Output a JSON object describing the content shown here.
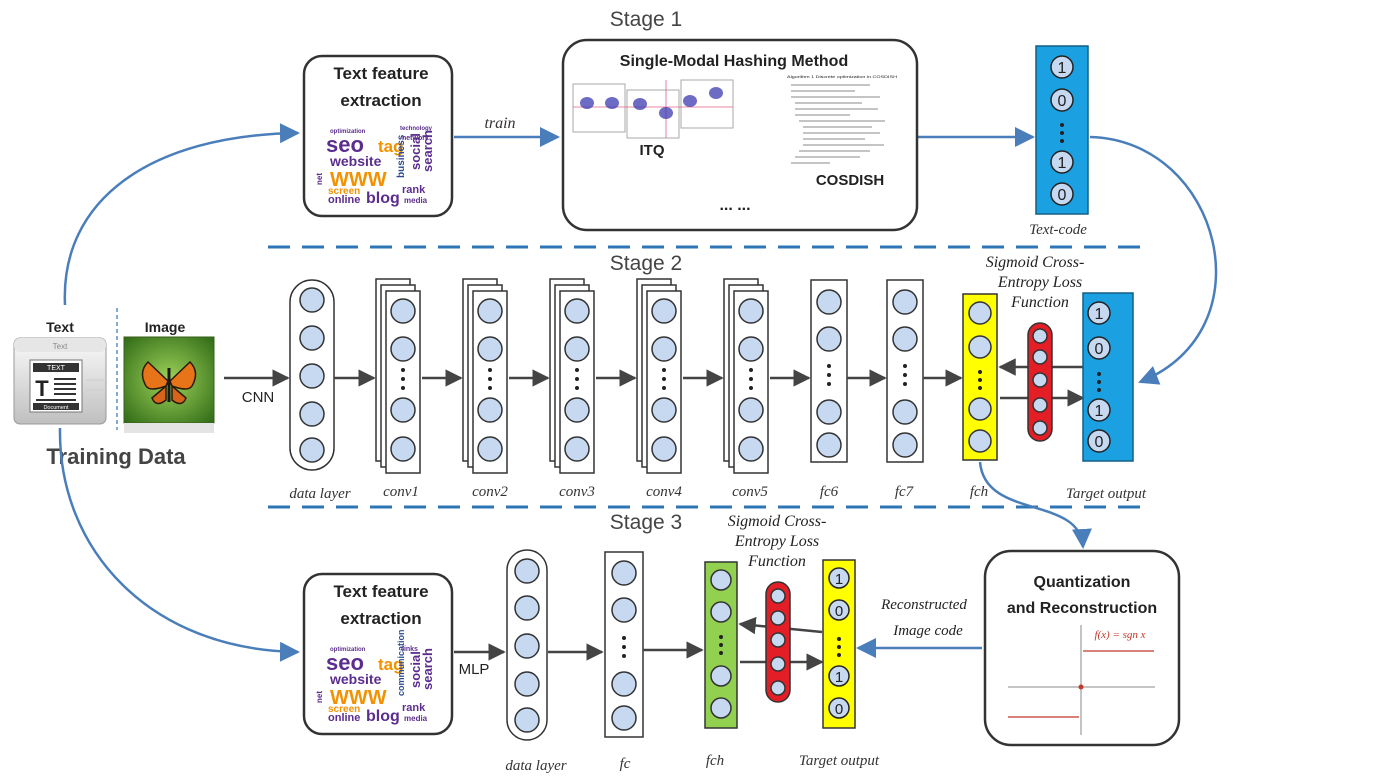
{
  "stages": {
    "stage1": "Stage 1",
    "stage2": "Stage 2",
    "stage3": "Stage 3"
  },
  "training": {
    "text_label": "Text",
    "image_label": "Image",
    "caption": "Training Data",
    "doc_header": "Text",
    "doc_badge": "TEXT",
    "doc_footer": "Document"
  },
  "text_feature": {
    "title_line1": "Text feature",
    "title_line2": "extraction",
    "words": [
      "seo",
      "tag",
      "website",
      "WWW",
      "blog",
      "social",
      "search",
      "business",
      "online",
      "screen",
      "rank",
      "media",
      "optimization",
      "technology",
      "communication",
      "network",
      "net",
      "links"
    ]
  },
  "stage1": {
    "train_label": "train",
    "hash_title": "Single-Modal Hashing Method",
    "itq": "ITQ",
    "cosdish": "COSDISH",
    "more": "... ...",
    "algo_title": "Algorithm 1 Discrete optimization in COSDISH",
    "text_code_label": "Text-code",
    "text_code_bits": [
      "1",
      "0",
      "1",
      "0"
    ]
  },
  "stage2": {
    "cnn_label": "CNN",
    "layers": [
      "data layer",
      "conv1",
      "conv2",
      "conv3",
      "conv4",
      "conv5",
      "fc6",
      "fc7",
      "fch"
    ],
    "loss_line1": "Sigmoid Cross-",
    "loss_line2": "Entropy Loss",
    "loss_line3": "Function",
    "target_label": "Target output",
    "target_bits": [
      "1",
      "0",
      "1",
      "0"
    ]
  },
  "stage3": {
    "mlp_label": "MLP",
    "layers": [
      "data layer",
      "fc",
      "fch"
    ],
    "loss_line1": "Sigmoid Cross-",
    "loss_line2": "Entropy Loss",
    "loss_line3": "Function",
    "target_label": "Target output",
    "target_bits": [
      "1",
      "0",
      "1",
      "0"
    ],
    "recon_line1": "Reconstructed",
    "recon_line2": "Image code",
    "quant_line1": "Quantization",
    "quant_line2": "and Reconstruction",
    "formula": "f(x) = sgn x"
  },
  "colors": {
    "blue_arrow": "#4a7ebb",
    "neuron_fill": "#c6d9f1",
    "yellow": "#ffff00",
    "cyan_code": "#1ba1e2",
    "green": "#92d050",
    "red": "#e41e26",
    "dash": "#2e75b6"
  }
}
